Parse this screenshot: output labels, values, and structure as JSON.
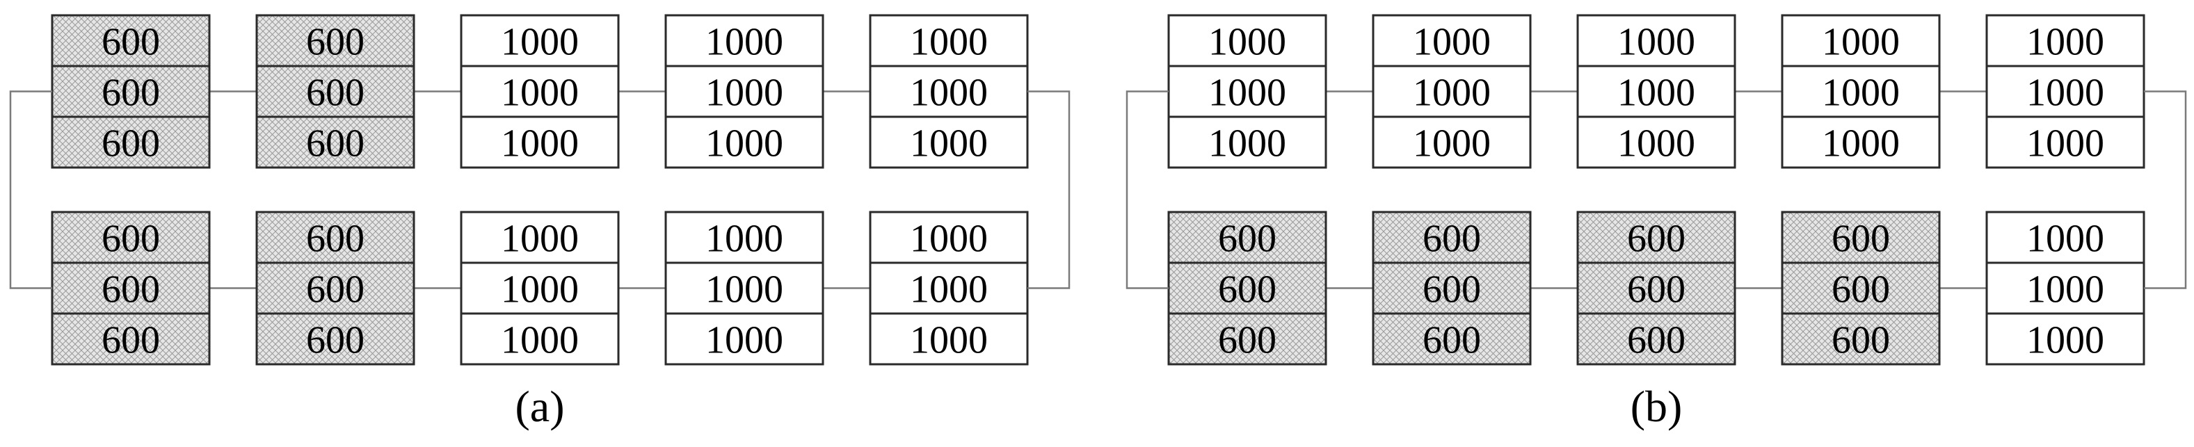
{
  "colors": {
    "hatched_fill": "#e6e6e6",
    "hatch_line": "#9a9a9a",
    "plain_fill": "#ffffff",
    "wire": "#7a7a7a",
    "border": "#2a2a2a"
  },
  "panels": [
    {
      "caption": "(a)",
      "rows": [
        {
          "modules": [
            {
              "cells": [
                "600",
                "600",
                "600"
              ],
              "hatched": true
            },
            {
              "cells": [
                "600",
                "600",
                "600"
              ],
              "hatched": true
            },
            {
              "cells": [
                "1000",
                "1000",
                "1000"
              ],
              "hatched": false
            },
            {
              "cells": [
                "1000",
                "1000",
                "1000"
              ],
              "hatched": false
            },
            {
              "cells": [
                "1000",
                "1000",
                "1000"
              ],
              "hatched": false
            }
          ]
        },
        {
          "modules": [
            {
              "cells": [
                "600",
                "600",
                "600"
              ],
              "hatched": true
            },
            {
              "cells": [
                "600",
                "600",
                "600"
              ],
              "hatched": true
            },
            {
              "cells": [
                "1000",
                "1000",
                "1000"
              ],
              "hatched": false
            },
            {
              "cells": [
                "1000",
                "1000",
                "1000"
              ],
              "hatched": false
            },
            {
              "cells": [
                "1000",
                "1000",
                "1000"
              ],
              "hatched": false
            }
          ]
        }
      ]
    },
    {
      "caption": "(b)",
      "rows": [
        {
          "modules": [
            {
              "cells": [
                "1000",
                "1000",
                "1000"
              ],
              "hatched": false
            },
            {
              "cells": [
                "1000",
                "1000",
                "1000"
              ],
              "hatched": false
            },
            {
              "cells": [
                "1000",
                "1000",
                "1000"
              ],
              "hatched": false
            },
            {
              "cells": [
                "1000",
                "1000",
                "1000"
              ],
              "hatched": false
            },
            {
              "cells": [
                "1000",
                "1000",
                "1000"
              ],
              "hatched": false
            }
          ]
        },
        {
          "modules": [
            {
              "cells": [
                "600",
                "600",
                "600"
              ],
              "hatched": true
            },
            {
              "cells": [
                "600",
                "600",
                "600"
              ],
              "hatched": true
            },
            {
              "cells": [
                "600",
                "600",
                "600"
              ],
              "hatched": true
            },
            {
              "cells": [
                "600",
                "600",
                "600"
              ],
              "hatched": true
            },
            {
              "cells": [
                "1000",
                "1000",
                "1000"
              ],
              "hatched": false
            }
          ]
        }
      ]
    }
  ]
}
